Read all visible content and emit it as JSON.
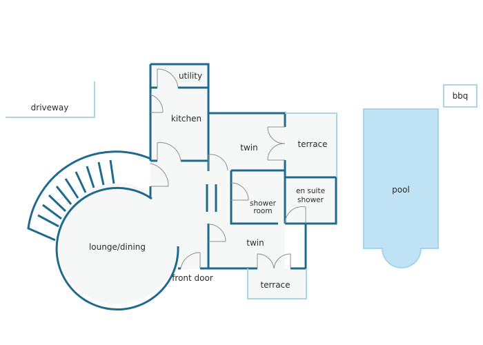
{
  "labels": {
    "driveway": "driveway",
    "utility": "utility",
    "kitchen": "kitchen",
    "twin_upper": "twin",
    "terrace_upper": "terrace",
    "en_suite_line1": "en suite",
    "en_suite_line2": "shower",
    "shower_room_line1": "shower",
    "shower_room_line2": "room",
    "twin_lower": "twin",
    "terrace_lower": "terrace",
    "lounge_dining": "lounge/dining",
    "front_door": "front door",
    "pool": "pool",
    "bbq": "bbq"
  },
  "colors": {
    "wall": "#1d6a8c",
    "outdoor_wall": "#a9d6e5",
    "room_fill": "#f6f7f7",
    "pool_fill": "#bfe2f4",
    "door": "#8a8f92"
  }
}
